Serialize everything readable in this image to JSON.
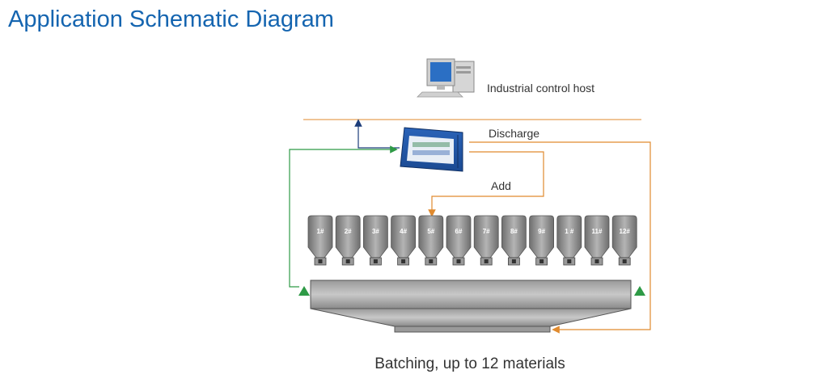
{
  "title": "Application Schematic Diagram",
  "labels": {
    "host": "Industrial control host",
    "discharge": "Discharge",
    "add": "Add",
    "caption": "Batching, up to 12 materials"
  },
  "hoppers": [
    "1#",
    "2#",
    "3#",
    "4#",
    "5#",
    "6#",
    "7#",
    "8#",
    "9#",
    "1  #",
    "11#",
    "12#"
  ],
  "colors": {
    "title": "#1565b0",
    "feed_line": "#e08a2e",
    "signal_line": "#2e9a46",
    "control_line": "#1c3d7a",
    "hopper": "#8a8a8a"
  }
}
